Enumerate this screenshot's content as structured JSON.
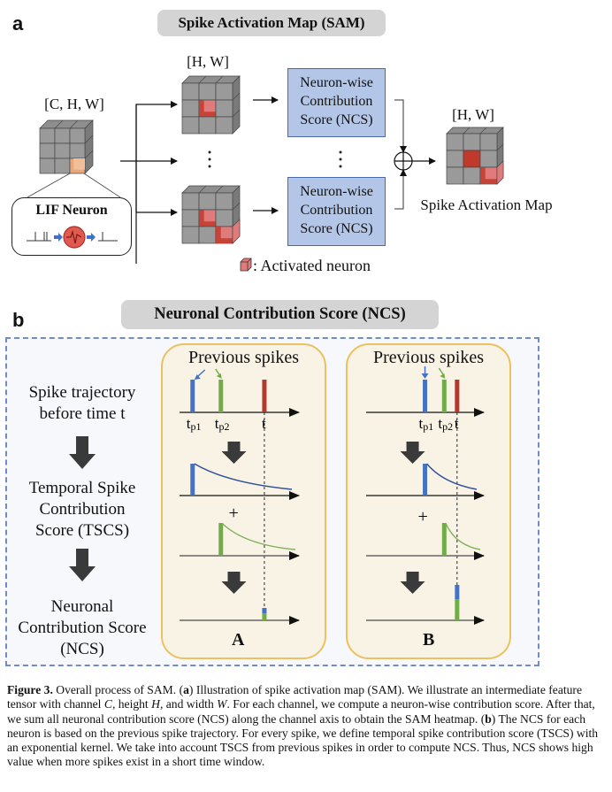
{
  "panel_a": {
    "letter": "a",
    "title": "Spike Activation Map (SAM)",
    "input_tensor_label": "[C, H, W]",
    "channel_map_label": "[H, W]",
    "ellipsis": "⋮",
    "ncs_box_lines": [
      "Neuron-wise",
      "Contribution",
      "Score (NCS)"
    ],
    "sum_symbol": "⊕",
    "output_label": "[H, W]",
    "output_caption": "Spike Activation Map",
    "lif_title": "LIF Neuron",
    "legend_text": ": Activated neuron",
    "colors": {
      "cube_gray": "#9a9a9a",
      "activated_red": "#c0392b",
      "activated_light": "#e07b7b",
      "input_orange": "#e9a77a",
      "ncs_fill": "#b4c6e7",
      "ncs_border": "#4a6aa5",
      "neuron_arrow_blue": "#3f72c6"
    }
  },
  "panel_b": {
    "letter": "b",
    "title": "Neuronal Contribution Score (NCS)",
    "left_steps": [
      {
        "lines": [
          "Spike trajectory",
          "before time t"
        ]
      },
      {
        "lines": [
          "Temporal Spike",
          "Contribution",
          "Score (TSCS)"
        ]
      },
      {
        "lines": [
          "Neuronal",
          "Contribution Score",
          "(NCS)"
        ]
      }
    ],
    "cards": [
      {
        "id": "A",
        "title": "Previous spikes",
        "label": "A",
        "tick_labels": {
          "tp1": "t",
          "tp1_sub": "p1",
          "tp2": "t",
          "tp2_sub": "p2",
          "t": "t"
        },
        "spike_times": {
          "tp1": 0.12,
          "tp2": 0.38,
          "t": 0.78
        },
        "plus": "+",
        "ncs_bar": {
          "blue_fraction": 0.45,
          "green_fraction": 0.55,
          "height": 0.35
        }
      },
      {
        "id": "B",
        "title": "Previous spikes",
        "label": "B",
        "tick_labels": {
          "tp1": "t",
          "tp1_sub": "p1",
          "tp2": "t",
          "tp2_sub": "p2",
          "t": "t"
        },
        "spike_times": {
          "tp1": 0.55,
          "tp2": 0.73,
          "t": 0.85
        },
        "plus": "+",
        "ncs_bar": {
          "blue_fraction": 0.4,
          "green_fraction": 0.6,
          "height": 1.0
        }
      }
    ],
    "colors": {
      "spike_blue": "#4472c4",
      "spike_green": "#70ad47",
      "spike_red": "#b03a2e",
      "decay_blue": "#2f4f9a",
      "decay_green": "#7fb05a",
      "card_fill": "#f8f3e5",
      "card_border": "#ecc15f",
      "frame_border": "#6f8cc8",
      "big_arrow": "#3a3a3a"
    }
  },
  "caption": {
    "figure_label": "Figure 3.",
    "text_runs": [
      {
        "t": "  Overall process of SAM. ("
      },
      {
        "t": "a",
        "b": true
      },
      {
        "t": ") Illustration of spike activation map (SAM). We illustrate an intermediate feature tensor with channel "
      },
      {
        "t": "C",
        "i": true
      },
      {
        "t": ", height "
      },
      {
        "t": "H",
        "i": true
      },
      {
        "t": ", and width "
      },
      {
        "t": "W",
        "i": true
      },
      {
        "t": ". For each channel, we compute a neuron-wise contribution score. After that, we sum all neuronal contribution score (NCS) along the channel axis to obtain the SAM heatmap. ("
      },
      {
        "t": "b",
        "b": true
      },
      {
        "t": ") The NCS for each neuron is based on the previous spike trajectory. For every spike, we define temporal spike contribution score (TSCS) with an exponential kernel. We take into account TSCS from previous spikes in order to compute NCS. Thus, NCS shows high value when more spikes exist in a short time window."
      }
    ]
  }
}
